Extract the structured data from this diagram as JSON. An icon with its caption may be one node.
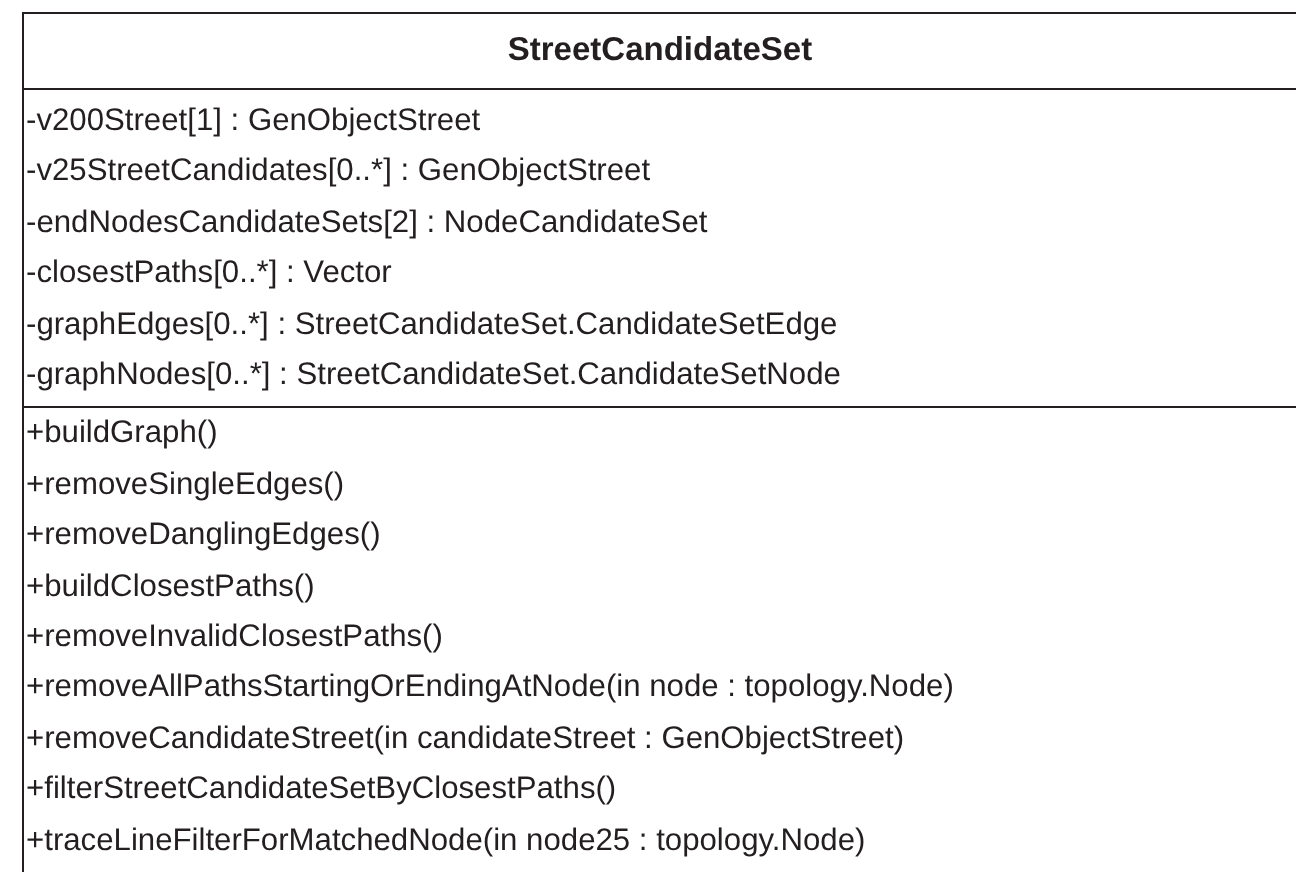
{
  "diagram": {
    "nodes": [
      {
        "text": [
          "StreetCandidateSet",
          "-v200Street[1] : GenObjectStreet",
          "-v25StreetCandidates[0..*] : GenObjectStreet",
          "-endNodesCandidateSets[2] : NodeCandidateSet",
          "-closestPaths[0..*] : Vector",
          "-graphEdges[0..*] : StreetCandidateSet.CandidateSetEdge",
          "-graphNodes[0..*] : StreetCandidateSet.CandidateSetNode",
          "+buildGraph()",
          "+removeSingleEdges()",
          "+removeDanglingEdges()",
          "+buildClosestPaths()",
          "+removeInvalidClosestPaths()",
          "+removeAllPathsStartingOrEndingAtNode(in node : topology.Node)",
          "+removeCandidateStreet(in candidateStreet : GenObjectStreet)",
          "+filterStreetCandidateSetByClosestPaths()",
          "+traceLineFilterForMatchedNode(in node25 : topology.Node)"
        ]
      }
    ]
  }
}
